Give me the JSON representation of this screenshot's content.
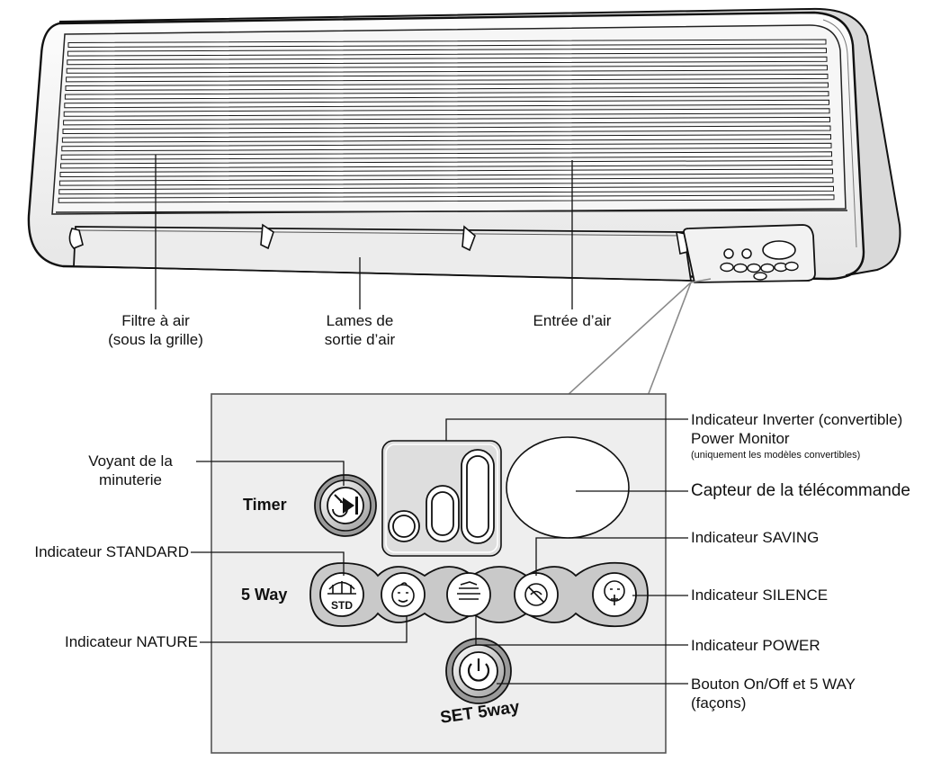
{
  "unit_labels": {
    "filtre_line1": "Filtre à air",
    "filtre_line2": "(sous la grille)",
    "lames_line1": "Lames de",
    "lames_line2": "sortie d’air",
    "entree": "Entrée d’air"
  },
  "panel_labels": {
    "timer": "Timer",
    "five_way": "5 Way",
    "set_text": "SET 5way",
    "std_text": "STD"
  },
  "callouts": {
    "voyant_line1": "Voyant de la",
    "voyant_line2": "minuterie",
    "inverter_line1": "Indicateur Inverter (convertible)",
    "inverter_line2": "Power Monitor",
    "inverter_note": "(uniquement les modèles convertibles)",
    "capteur": "Capteur de la télécommande",
    "standard": "Indicateur STANDARD",
    "saving": "Indicateur SAVING",
    "silence": "Indicateur SILENCE",
    "nature": "Indicateur NATURE",
    "power": "Indicateur POWER",
    "onoff_line1": "Bouton On/Off et 5 WAY",
    "onoff_line2": "(façons)"
  },
  "icons": [
    "timer-icon",
    "inverter-bars-icon",
    "remote-sensor",
    "standard-icon",
    "nature-icon",
    "power-mode-icon",
    "saving-icon",
    "silence-icon",
    "power-button-icon"
  ]
}
